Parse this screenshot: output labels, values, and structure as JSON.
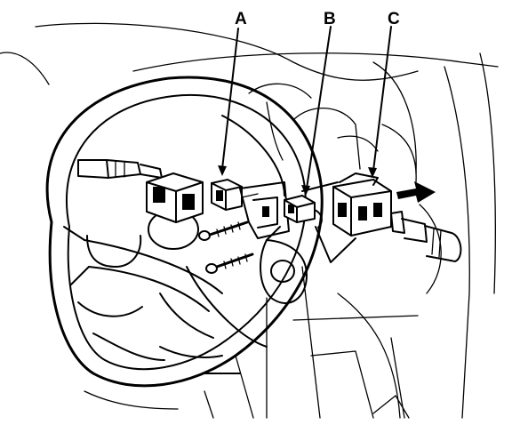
{
  "callouts": [
    {
      "id": "A",
      "label": "A",
      "part": "connector-a"
    },
    {
      "id": "B",
      "label": "B",
      "part": "connector-b"
    },
    {
      "id": "C",
      "label": "C",
      "part": "combination-switch"
    }
  ],
  "removal_direction": "outward-right",
  "colors": {
    "line": "#000000",
    "background": "#ffffff"
  }
}
